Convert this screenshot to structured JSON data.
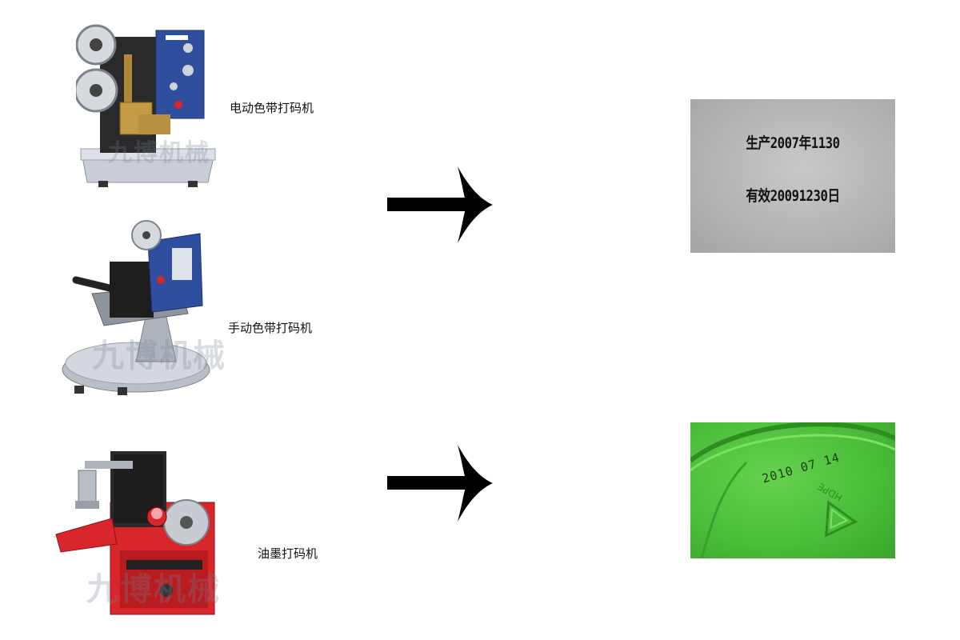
{
  "rows": [
    {
      "machine_label": "电动色带打码机",
      "watermark": "九博机械"
    },
    {
      "machine_label": "手动色带打码机",
      "watermark": "九博机械"
    },
    {
      "machine_label": "油墨打码机",
      "watermark": "九博机械"
    }
  ],
  "samples": {
    "ribbon": {
      "line1": "生产2007年1130",
      "line2": "有效20091230日"
    },
    "ink": {
      "stamp": "2010 07 14",
      "recycle_mark": "HDPE"
    }
  },
  "colors": {
    "arrow": "#000000",
    "machine_blue": "#2f4f9e",
    "machine_red": "#d8262a",
    "sample_gray": "#b7b7b7",
    "sample_green": "#4bbf3a"
  },
  "icons": [
    "arrow-right-icon",
    "recycle-icon"
  ]
}
